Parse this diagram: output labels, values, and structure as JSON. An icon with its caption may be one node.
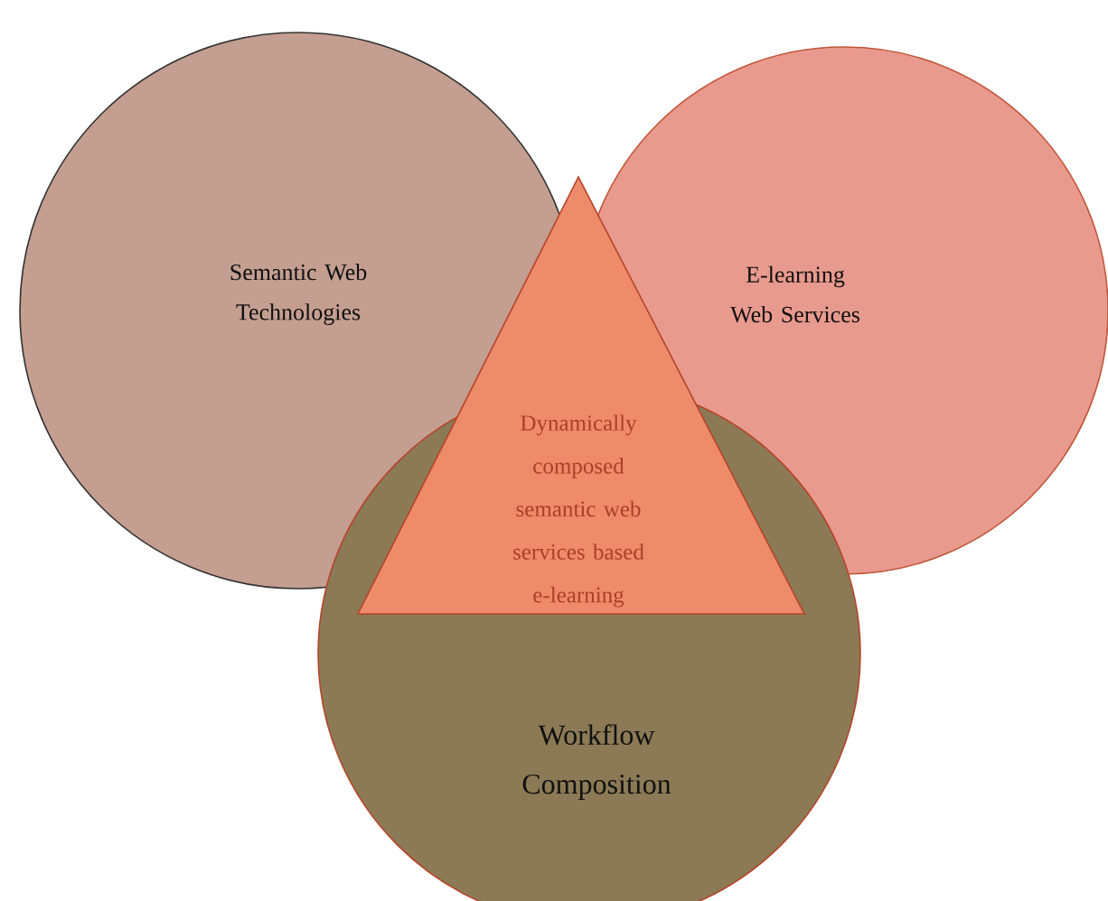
{
  "diagram": {
    "nodes": [
      {
        "text": [
          "Semantic Web Technologies"
        ]
      },
      {
        "text": [
          "E-learning Web Services"
        ]
      },
      {
        "text": [
          "Workflow Composition"
        ]
      },
      {
        "text": [
          "Dynamically composed semantic web services based e-learning"
        ]
      }
    ]
  }
}
